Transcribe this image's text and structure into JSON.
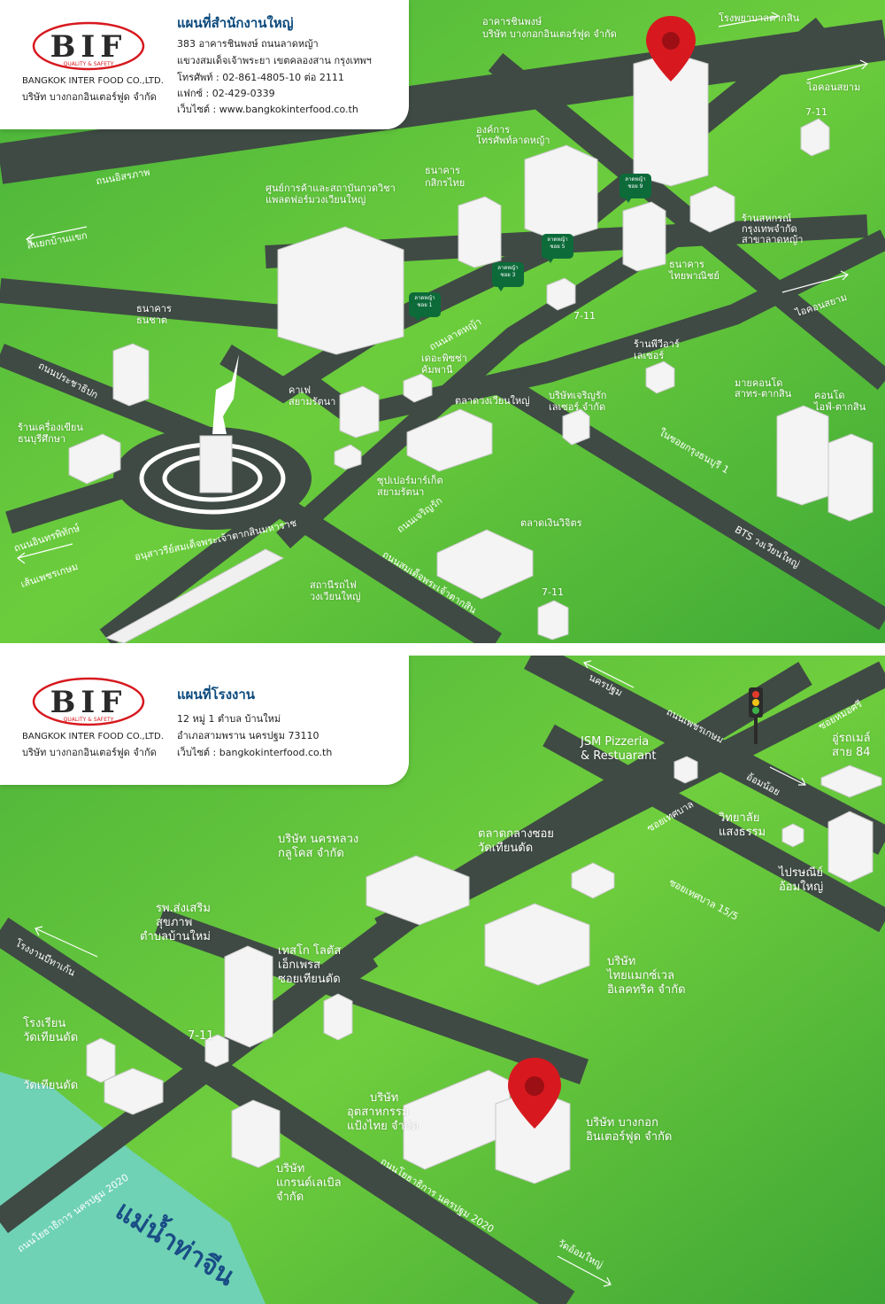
{
  "company": {
    "logo_text": "BIF",
    "logo_tagline": "QUALITY & SAFETY",
    "name_en": "BANGKOK INTER FOOD CO.,LTD.",
    "name_th": "บริษัท บางกอกอินเตอร์ฟูด จำกัด"
  },
  "colors": {
    "map_green": "#5cc63a",
    "road": "#3f4a44",
    "brand_red": "#d7191f",
    "title_blue": "#0c4a7d",
    "river": "#6fd2b4"
  },
  "hq": {
    "title": "แผนที่สำนักงานใหญ่",
    "address1": "383 อาคารชินพงษ์ ถนนลาดหญ้า",
    "address2": "แขวงสมเด็จเจ้าพระยา เขตคลองสาน กรุงเทพฯ",
    "phone": "โทรศัพท์ : 02-861-4805-10 ต่อ 2111",
    "fax": "แฟกซ์ : 02-429-0339",
    "website": "เว็บไซต์ : www.bangkokinterfood.co.th",
    "labels": {
      "hq_building_1": "อาคารชินพงษ์",
      "hq_building_2": "บริษัท บางกอกอินเตอร์ฟูด จำกัด",
      "hospital": "โรงพยาบาลตากสิน",
      "icon_siam_top": "ไอคอนสยาม",
      "seven_eleven_a": "7-11",
      "tot_1": "องค์การ",
      "tot_2": "โทรศัพท์ลาดหญ้า",
      "kbank_1": "ธนาคาร",
      "kbank_2": "กสิกรไทย",
      "isaraphap": "ถนนอิสรภาพ",
      "mall_1": "ศูนย์การค้าและสถาบันกวดวิชา",
      "mall_2": "แพลตฟอร์มวงเวียนใหญ่",
      "coop_1": "ร้านสหกรณ์",
      "coop_2": "กรุงเทพจำกัด",
      "coop_3": "สาขาลาดหญ้า",
      "to_ban_khaek": "สี่แยกบ้านแขก",
      "scb_1": "ธนาคาร",
      "scb_2": "ไทยพาณิชย์",
      "icon_siam_mid": "ไอคอนสยาม",
      "seven_eleven_b": "7-11",
      "thanachart_1": "ธนาคาร",
      "thanachart_2": "ธนชาต",
      "lat_ya_road": "ถนนลาดหญ้า",
      "pizza_1": "เดอะพิซซ่า",
      "pizza_2": "คัมพานี",
      "prachathipok": "ถนนประชาธิปก",
      "cafe_1": "คาเฟ",
      "cafe_2": "สยามรัตนา",
      "market_wongwian_yai": "ตลาดวงเวียนใหญ่",
      "charoenrak_co_1": "บริษัทเจริญรัก",
      "charoenrak_co_2": "เลเซอร์ จำกัด",
      "pw_laser_1": "ร้านพีวีอาร์",
      "pw_laser_2": "เลเซอร์",
      "condo_a_1": "มายคอนโด",
      "condo_a_2": "สาทร-ตากสิน",
      "condo_b_1": "คอนโด",
      "condo_b_2": "ไอฟ์-ตากสิน",
      "stationery_1": "ร้านเครื่องเขียน",
      "stationery_2": "ธนบุรีศึกษา",
      "supermarket_1": "ซุปเปอร์มาร์เก็ต",
      "supermarket_2": "สยามรัตนา",
      "krung_thon_buri": "ในซอยกรุงธนบุรี 1",
      "monument": "อนุสาวรีย์สมเด็จพระเจ้าตากสินมหาราช",
      "inthraphithak": "ถนนอินทรพิทักษ์",
      "charoenrak_road": "ถนนเจริญรัก",
      "to_phet_kasem": "เส้นเพชรเกษม",
      "ngoen_wichit": "ตลาดเงินวิจิตร",
      "bts": "BTS วงเวียนใหญ่",
      "rail_1": "สถานีรถไฟ",
      "rail_2": "วงเวียนใหญ่",
      "seven_eleven_c": "7-11",
      "somdet_taksin_road": "ถนนสมเด็จพระเจ้าตากสิน"
    },
    "soi_tags": [
      {
        "line1": "ลาดหญ้า",
        "line2": "ซอย 9"
      },
      {
        "line1": "ลาดหญ้า",
        "line2": "ซอย 5"
      },
      {
        "line1": "ลาดหญ้า",
        "line2": "ซอย 3"
      },
      {
        "line1": "ลาดหญ้า",
        "line2": "ซอย 1"
      }
    ]
  },
  "factory": {
    "title": "แผนที่โรงงาน",
    "address1": "12 หมู่ 1 ตำบล บ้านใหม่",
    "address2": "อำเภอสามพราน นครปฐม 73110",
    "website": "เว็บไซต์ : bangkokinterfood.co.th",
    "labels": {
      "nakhon_pathom": "นครปฐม",
      "phet_kasem_road": "ถนนเพชรเกษม",
      "soi_mo_si": "ซอยหมอศรี",
      "jsm_1": "JSM Pizzeria",
      "jsm_2": "& Restuarant",
      "garage_1": "อู่รถเมล์",
      "garage_2": "สาย 84",
      "om_noi": "อ้อมน้อย",
      "soi_thetsaban": "ซอยเทศบาล",
      "nakhon_luang_1": "บริษัท นครหลวง",
      "nakhon_luang_2": "กลูโคส จำกัด",
      "market_1": "ตลาดกลางซอย",
      "market_2": "วัดเทียนดัด",
      "college_1": "วิทยาลัย",
      "college_2": "แสงธรรม",
      "post_1": "ไปรษณีย์",
      "post_2": "อ้อมใหญ่",
      "soi_15_5": "ซอยเทศบาล 15/5",
      "hospital_1": "รพ.ส่งเสริม",
      "hospital_2": "สุขภาพ",
      "hospital_3": "ตำบลบ้านใหม่",
      "to_factory": "โรงงานบีทาเก้น",
      "tesco_1": "เทสโก โลตัส",
      "tesco_2": "เอ็กเพรส",
      "tesco_3": "ซอยเทียนดัด",
      "maxwell_1": "บริษัท",
      "maxwell_2": "ไทยแมกซ์เวล",
      "maxwell_3": "อิเลคทริค จำกัด",
      "school_1": "โรงเรียน",
      "school_2": "วัดเทียนดัด",
      "seven_eleven": "7-11",
      "temple": "วัดเทียนดัด",
      "flour_1": "บริษัท",
      "flour_2": "อุตสาหกรรม",
      "flour_3": "แป้งไทย จำกัด",
      "bif_1": "บริษัท บางกอก",
      "bif_2": "อินเตอร์ฟูด จำกัด",
      "road_2020_left": "ถนนโยธาธิการ นครปฐม 2020",
      "grand_1": "บริษัท",
      "grand_2": "แกรนด์เลเบิล",
      "grand_3": "จำกัด",
      "road_2020_right": "ถนนโยธาธิการ นครปฐม 2020",
      "river": "แม่น้ำท่าจีน",
      "wat_om_yai": "วัดอ้อมใหญ่"
    }
  }
}
